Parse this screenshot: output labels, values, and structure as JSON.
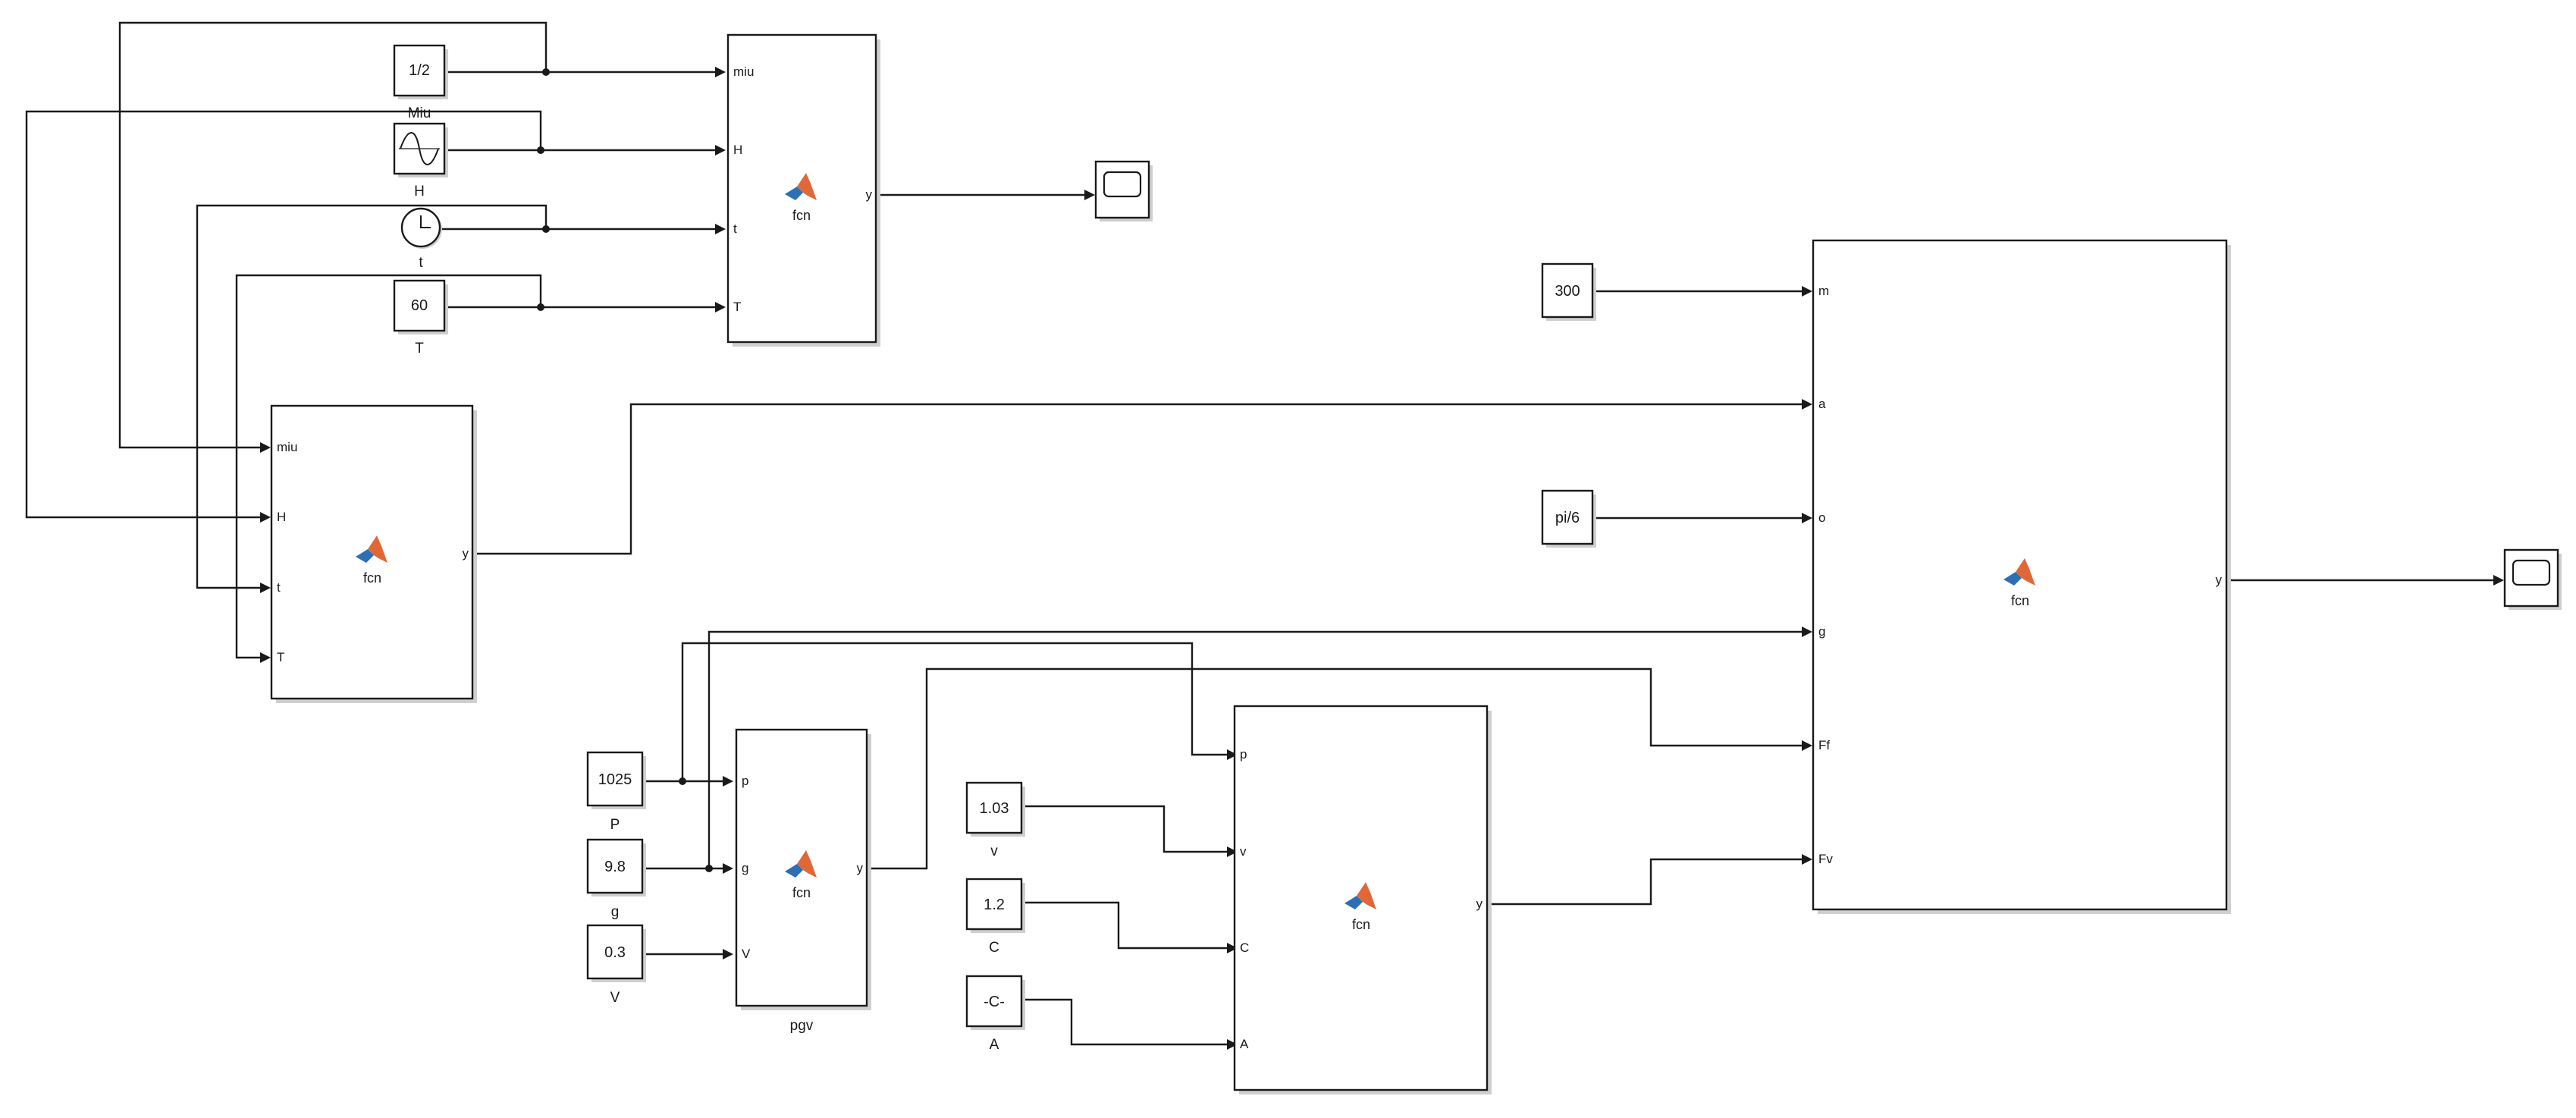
{
  "constants": {
    "miu": {
      "value": "1/2",
      "name": "Miu"
    },
    "T": {
      "value": "60",
      "name": "T"
    },
    "m": {
      "value": "300"
    },
    "o": {
      "value": "pi/6"
    },
    "P": {
      "value": "1025",
      "name": "P"
    },
    "g": {
      "value": "9.8",
      "name": "g"
    },
    "V": {
      "value": "0.3",
      "name": "V"
    },
    "v": {
      "value": "1.03",
      "name": "v"
    },
    "C": {
      "value": "1.2",
      "name": "C"
    },
    "A": {
      "value": "-C-",
      "name": "A"
    }
  },
  "sources": {
    "sine": {
      "name": "H"
    },
    "clock": {
      "name": "t"
    }
  },
  "functions": {
    "fcn1": {
      "label": "fcn",
      "inputs": [
        "miu",
        "H",
        "t",
        "T"
      ],
      "output": "y"
    },
    "fcn2": {
      "label": "fcn",
      "inputs": [
        "miu",
        "H",
        "t",
        "T"
      ],
      "output": "y"
    },
    "pgv": {
      "label": "fcn",
      "name": "pgv",
      "inputs": [
        "p",
        "g",
        "V"
      ],
      "output": "y"
    },
    "fcn4": {
      "label": "fcn",
      "inputs": [
        "p",
        "v",
        "C",
        "A"
      ],
      "output": "y"
    },
    "main": {
      "label": "fcn",
      "inputs": [
        "m",
        "a",
        "o",
        "g",
        "Ff",
        "Fv"
      ],
      "output": "y"
    }
  },
  "colors": {
    "line": "#1a1a1a",
    "matlab_logo_primary": "#e16737",
    "matlab_logo_secondary": "#2d6fb5"
  }
}
